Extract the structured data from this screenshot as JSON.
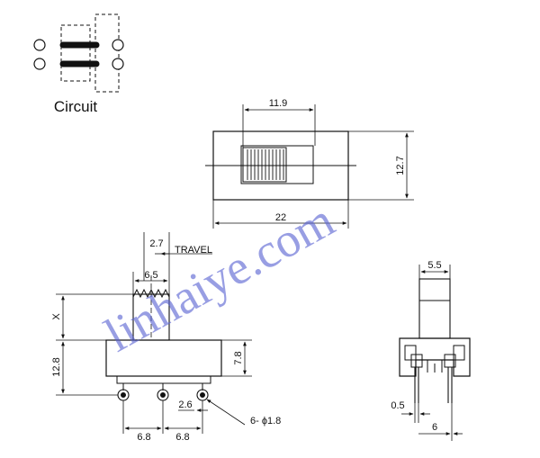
{
  "circuit": {
    "label": "Circuit"
  },
  "top_view": {
    "width": "22",
    "knob_width": "11.9",
    "height": "12.7"
  },
  "front_view": {
    "travel_value": "2.7",
    "travel_label": "TRAVEL",
    "knob_width": "6.5",
    "knob_height": "X",
    "total_height": "12.8",
    "body_height": "7.8",
    "pin_gap_small": "2.6",
    "pin_pitch_left": "6.8",
    "pin_pitch_right": "6.8",
    "hole_spec": "6- ϕ1.8"
  },
  "side_view": {
    "knob_width": "5.5",
    "pin_thickness": "0.5",
    "pin_spacing": "6"
  },
  "watermark": "linhaiye.com"
}
